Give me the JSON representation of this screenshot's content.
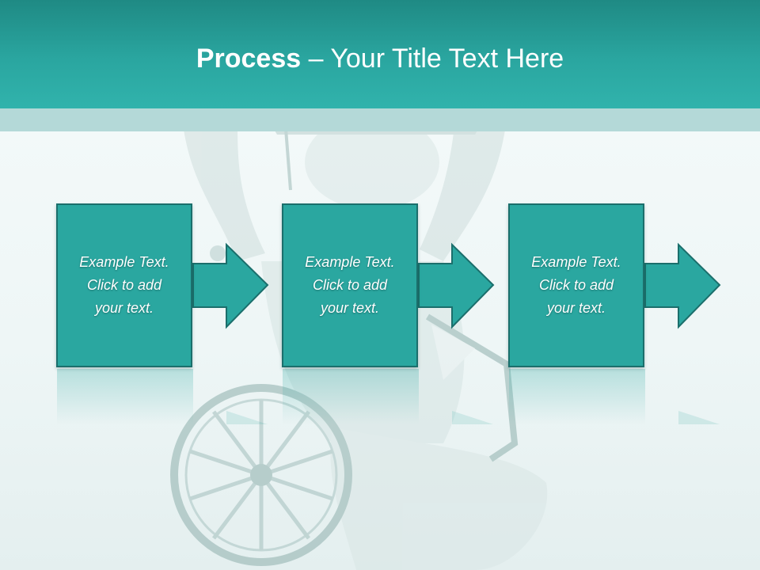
{
  "header": {
    "title_bold": "Process",
    "title_rest": " – Your Title Text Here"
  },
  "steps": [
    {
      "line1": "Example Text.",
      "line2": "Click  to add",
      "line3": "your text."
    },
    {
      "line1": "Example Text.",
      "line2": "Click  to add",
      "line3": "your text."
    },
    {
      "line1": "Example Text.",
      "line2": "Click  to add",
      "line3": "your text."
    }
  ],
  "colors": {
    "header": "#2aa6a0",
    "box_fill": "#2aa7a0",
    "box_border": "#1b6f6c",
    "strip": "#b4d9d8"
  },
  "background_image": "person-in-wheelchair-with-graduation-cap"
}
